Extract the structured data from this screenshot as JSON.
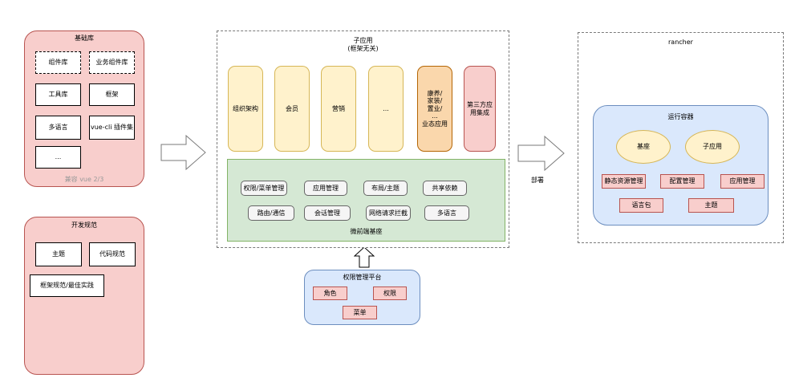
{
  "basic_lib": {
    "title": "基础库",
    "items": [
      "组件库",
      "业务组件库",
      "工具库",
      "框架",
      "多语言",
      "vue-cli 插件集",
      "..."
    ],
    "note": "兼容 vue 2/3"
  },
  "dev_spec": {
    "title": "开发规范",
    "items": [
      "主题",
      "代码规范",
      "框架规范/最佳实践"
    ]
  },
  "sub_app": {
    "title": "子应用\n(框架无关)",
    "columns": [
      "组织架构",
      "会员",
      "营销",
      "...",
      "康养/\n家装/\n置业/\n...\n业态应用",
      "第三方应\n用集成"
    ]
  },
  "base": {
    "title": "微前端基座",
    "row1": [
      "权限/菜单管理",
      "应用管理",
      "布局/主题",
      "共享依赖"
    ],
    "row2": [
      "路由/通信",
      "会话管理",
      "网络请求拦截",
      "多语言"
    ]
  },
  "permission_platform": {
    "title": "权限管理平台",
    "items": [
      "角色",
      "权限",
      "菜单"
    ]
  },
  "deploy_label": "部署",
  "rancher": {
    "title": "rancher",
    "container_title": "运行容器",
    "ellipses": [
      "基座",
      "子应用"
    ],
    "row1": [
      "静态资源管理",
      "配置管理",
      "应用管理"
    ],
    "row2": [
      "语言包",
      "主题"
    ]
  },
  "colors": {
    "pink": "#f8cecc",
    "yellow": "#fff2cc",
    "orange": "#fad7ac",
    "green": "#d5e8d4",
    "blue": "#dae8fc"
  }
}
